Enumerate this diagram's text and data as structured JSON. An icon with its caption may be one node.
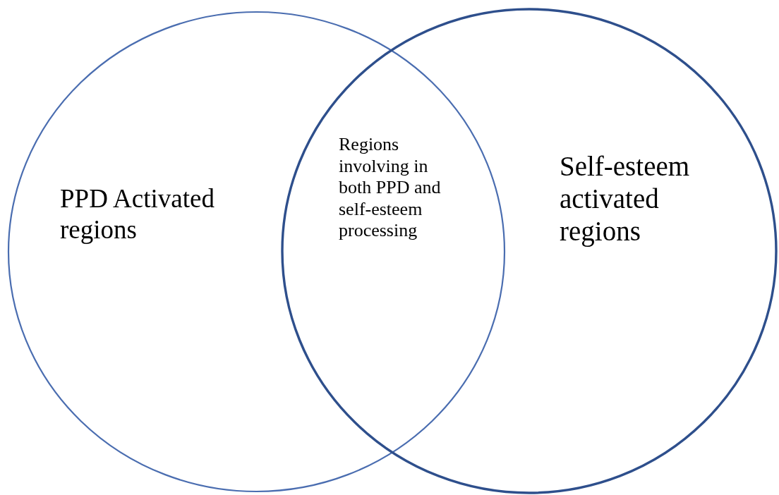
{
  "diagram": {
    "nodes": [
      {
        "text": [
          "PPD Activated regions"
        ]
      },
      {
        "text": [
          "Self-esteem activated regions"
        ]
      }
    ],
    "labels": [
      "Regions involving in both PPD and self-esteem processing"
    ]
  }
}
